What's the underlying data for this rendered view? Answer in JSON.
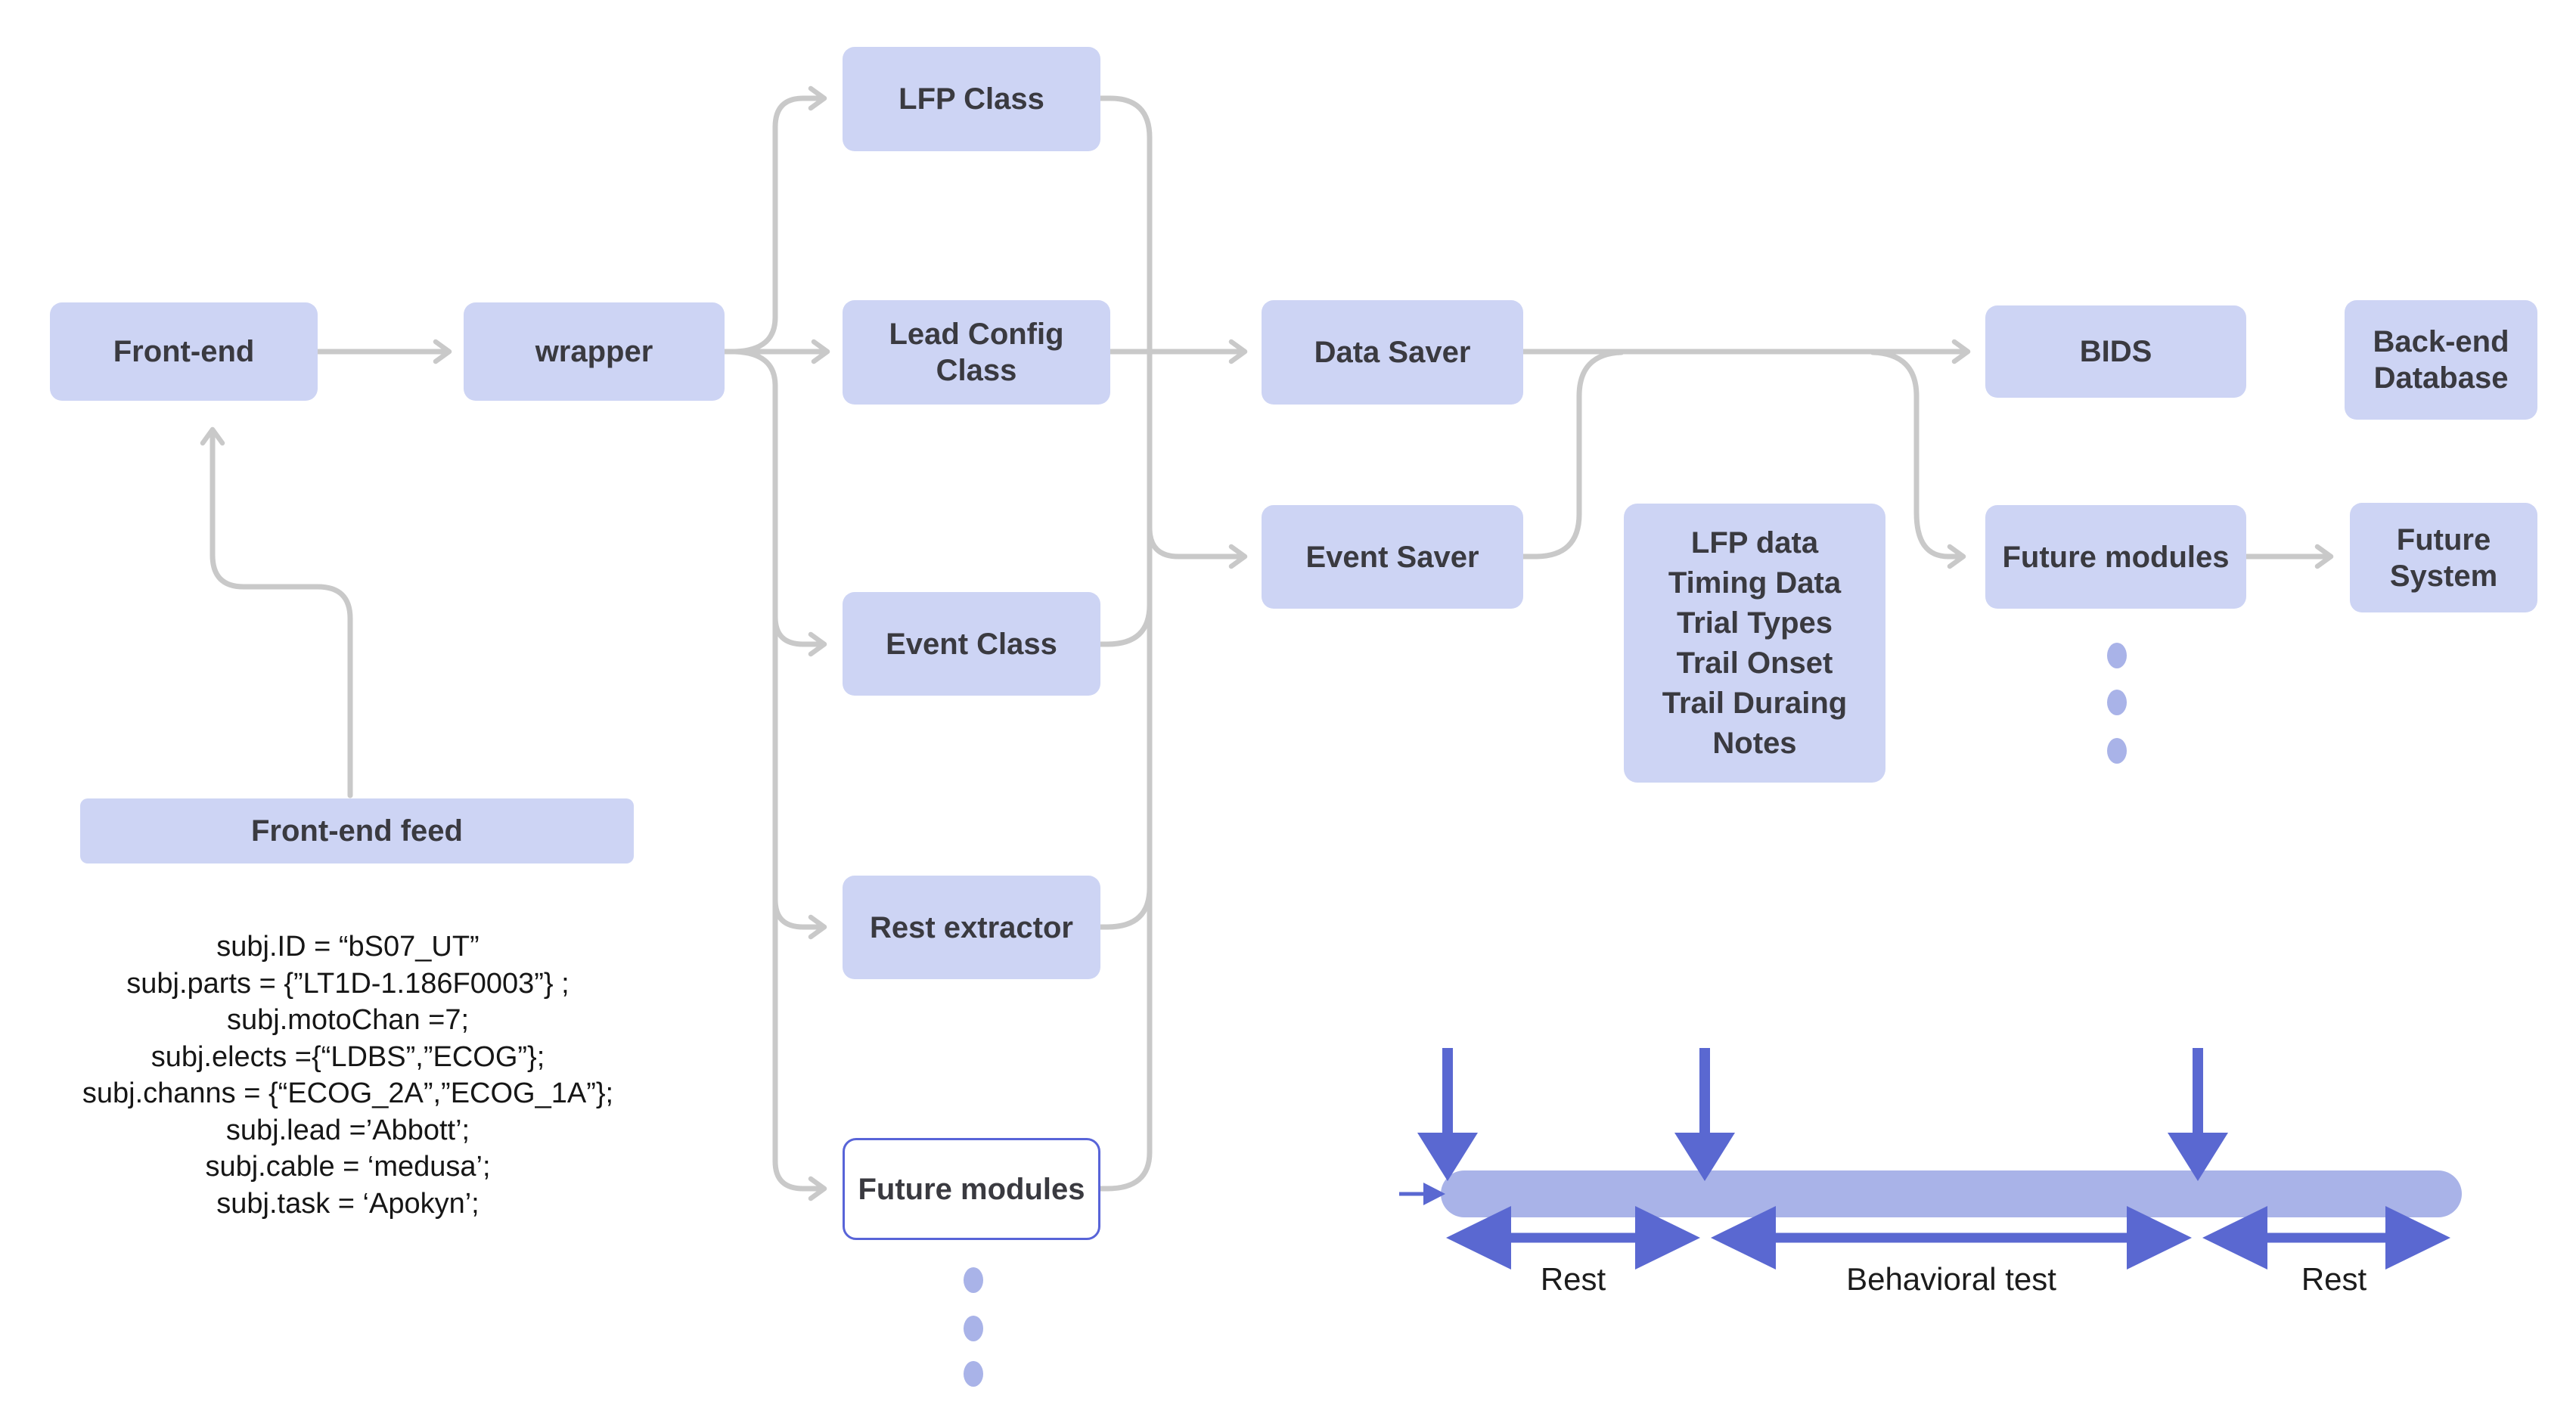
{
  "diagram": {
    "nodes": {
      "front_end": "Front-end",
      "wrapper": "wrapper",
      "lfp_class": "LFP Class",
      "lead_config_class": "Lead Config Class",
      "event_class": "Event Class",
      "rest_extractor": "Rest extractor",
      "future_modules_left": "Future modules",
      "data_saver": "Data Saver",
      "event_saver": "Event Saver",
      "bids": "BIDS",
      "future_modules_right": "Future modules",
      "backend_database": "Back-end Database",
      "future_system": "Future System",
      "front_end_feed": "Front-end feed"
    },
    "lfp_data_box": {
      "lines": [
        "LFP data",
        "Timing Data",
        "Trial Types",
        "Trail Onset",
        "Trail Duraing",
        "Notes"
      ]
    },
    "code_block": {
      "lines": [
        "subj.ID = “bS07_UT”",
        "subj.parts = {”LT1D-1.186F0003”} ;",
        "subj.motoChan =7;",
        "subj.elects ={“LDBS”,”ECOG”};",
        "subj.channs = {“ECOG_2A”,”ECOG_1A”};",
        "subj.lead =’Abbott’;",
        "subj.cable = ‘medusa’;",
        "subj.task = ‘Apokyn’;"
      ]
    },
    "timeline": {
      "segments": [
        "Rest",
        "Behavioral test",
        "Rest"
      ]
    },
    "colors": {
      "node_fill": "#cdd4f4",
      "node_text": "#3a3a40",
      "connector_gray": "#c9c9c9",
      "accent_indigo": "#5a68d1",
      "timeline_bar": "#a9b3e8",
      "outline_border": "#5864d8"
    }
  }
}
